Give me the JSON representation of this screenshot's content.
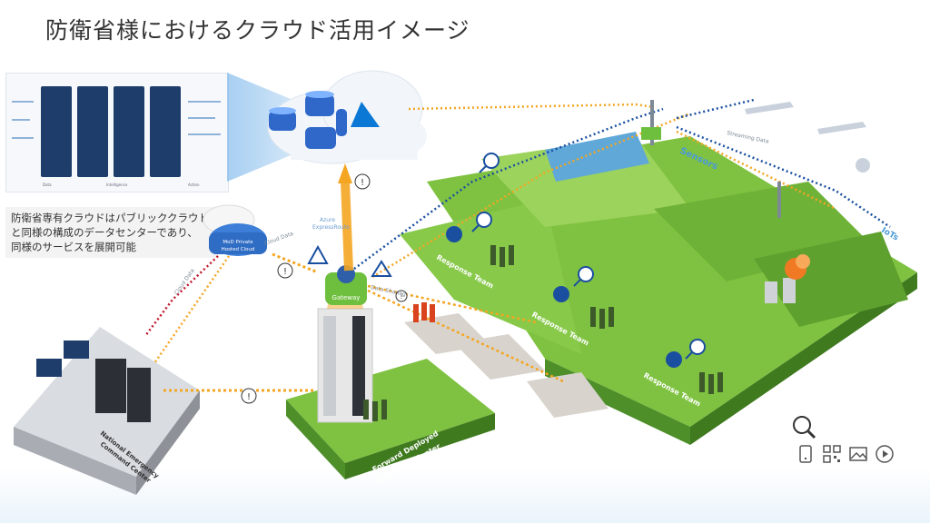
{
  "title": "防衛省様におけるクラウド活用イメージ",
  "description": "防衛省専有クラウドはパブリッククラウドと同様の構成のデータセンターであり、同様のサービスを展開可能",
  "description_lines": [
    "防衛省専有クラウドはパブリッククラウド",
    "と同様の構成のデータセンターであり、",
    "同様のサービスを展開可能"
  ],
  "dashboard_axis": [
    "Data",
    "Intelligence",
    "Action"
  ],
  "labels": {
    "mod_cloud": "MoD Private Hosted Cloud",
    "azure_expressroute": "Azure ExpressRoute",
    "cloud_data": "Cloud Data",
    "data_sharing": "Data Sharing",
    "gateway": "Gateway",
    "sensors": "Sensors",
    "iots": "IoTs",
    "streaming_data": "Streaming Data",
    "team": "Response Team",
    "national_center": "National Emergency Command Center",
    "forward_center": "Forward Deployed Command Center"
  },
  "colors": {
    "ground": "#7fc241",
    "ground_dark": "#4e8f2a",
    "link_blue": "#1a4fa0",
    "link_orange": "#f4a623",
    "link_red": "#c0192b",
    "azure": "#0b78d6"
  },
  "icons": [
    "zoom-icon",
    "phone-icon",
    "qr-icon",
    "image-icon",
    "play-icon"
  ]
}
